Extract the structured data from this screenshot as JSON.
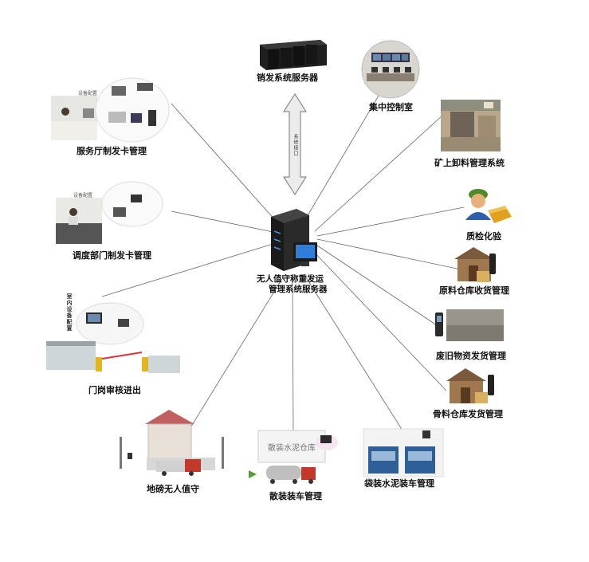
{
  "center": {
    "label_line1": "无人值守称重发运",
    "label_line2": "管理系统服务器"
  },
  "arrow_label": "系统接口",
  "nodes": {
    "sales_server": "销发系统服务器",
    "control_room": "集中控制室",
    "mine_unload": "矿上卸料管理系统",
    "quality": "质检化验",
    "raw_storage": "原料仓库收货管理",
    "scrap": "废旧物资发货管理",
    "aggregate": "骨料仓库发货管理",
    "bag_cement": "袋装水泥装车管理",
    "bulk_loading": "散装装车管理",
    "weighbridge": "地磅无人值守",
    "gate": "门岗审核进出",
    "dispatch": "调度部门制发卡管理",
    "service_hall": "服务厅制发卡管理"
  },
  "annotations": {
    "equip_config": "设备配置",
    "indoor_equip": "室内设备配置",
    "bulk_silo": "散装水泥仓库"
  },
  "colors": {
    "line": "#555555",
    "arrow_fill": "#eeeeee",
    "server": "#2a2a2a",
    "house": "#8a6a4a"
  }
}
